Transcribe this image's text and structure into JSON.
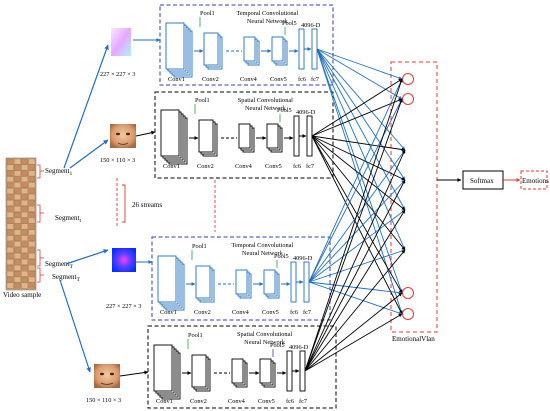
{
  "video_label": "Video sample",
  "segments": {
    "seg1": "Segment",
    "seg1_sub": "1",
    "seg2": "Segment",
    "seg2_sub": "t",
    "seg3": "Segment",
    "seg3_sub": "T",
    "seg4": "Segment",
    "seg4_sub": "T"
  },
  "input_sizes": {
    "flow_top": "227 × 227 × 3",
    "face_top": "150 × 110 × 3",
    "flow_bottom": "227 × 227 × 3",
    "face_bottom": "150 × 110 × 3"
  },
  "streams_label": "26 streams",
  "networks": [
    {
      "title_line1": "Temporal  Convolutional",
      "title_line2": "Neural Network",
      "pool1": "Pool1",
      "pool5": "Pool5",
      "fc_dim": "4096-D",
      "conv1": "Conv1",
      "conv2": "Conv2",
      "conv4": "Conv4",
      "conv5": "Conv5",
      "fc6": "fc6",
      "fc7": "fc7"
    },
    {
      "title_line1": "Spatial  Convolutional",
      "title_line2": "Neural Network",
      "pool1": "Pool1",
      "pool5": "Pool5",
      "fc_dim": "4096-D",
      "conv1": "Conv1",
      "conv2": "Conv2",
      "conv4": "Conv4",
      "conv5": "Conv5",
      "fc6": "fc6",
      "fc7": "fc7"
    },
    {
      "title_line1": "Temporal  Convolutional",
      "title_line2": "Neural Network",
      "pool1": "Pool1",
      "pool5": "Pool5",
      "fc_dim": "4096-D",
      "conv1": "Conv1",
      "conv2": "Conv2",
      "conv4": "Conv4",
      "conv5": "Conv5",
      "fc6": "fc6",
      "fc7": "fc7"
    },
    {
      "title_line1": "Spatial  Convolutional",
      "title_line2": "Neural Network",
      "pool1": "Pool1",
      "pool5": "Pool5",
      "fc_dim": "4096-D",
      "conv1": "Conv1",
      "conv2": "Conv2",
      "conv4": "Conv4",
      "conv5": "Conv5",
      "fc6": "fc6",
      "fc7": "fc7"
    }
  ],
  "fusion_label": "EmotionalVlan",
  "softmax_label": "Softmax",
  "output_label": "Emotions",
  "colors": {
    "temporal": "#1f6fc0",
    "spatial": "#000000",
    "fusion": "#e53935",
    "temporal_box": "#2e3fb8"
  }
}
